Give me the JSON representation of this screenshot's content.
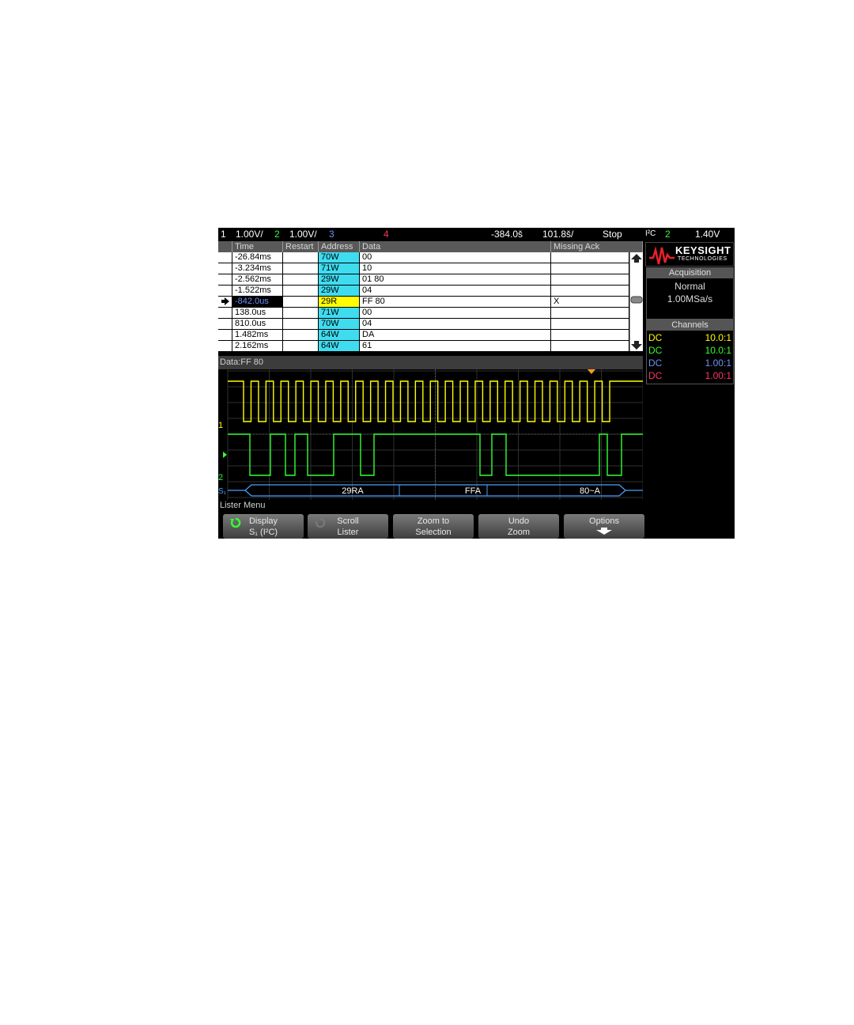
{
  "topbar": {
    "ch1_num": "1",
    "ch1_scale": "1.00V/",
    "ch2_num": "2",
    "ch2_scale": "1.00V/",
    "ch3_num": "3",
    "ch4_num": "4",
    "delay": "-384.0š",
    "timebase": "101.8š/",
    "run_state": "Stop",
    "trigger_type": "I²C",
    "trigger_source": "2",
    "trigger_level": "1.40V"
  },
  "lister": {
    "columns": [
      "Time",
      "Restart",
      "Address",
      "Data",
      "Missing Ack"
    ],
    "rows": [
      {
        "time": "-26.84ms",
        "restart": "",
        "address": "70W",
        "data": "00",
        "ack": ""
      },
      {
        "time": "-3.234ms",
        "restart": "",
        "address": "71W",
        "data": "10",
        "ack": ""
      },
      {
        "time": "-2.562ms",
        "restart": "",
        "address": "29W",
        "data": "01  80",
        "ack": ""
      },
      {
        "time": "-1.522ms",
        "restart": "",
        "address": "29W",
        "data": "04",
        "ack": ""
      },
      {
        "time": "-842.0us",
        "restart": "",
        "address": "29R",
        "data": "FF  80",
        "ack": "X"
      },
      {
        "time": "138.0us",
        "restart": "",
        "address": "71W",
        "data": "00",
        "ack": ""
      },
      {
        "time": "810.0us",
        "restart": "",
        "address": "70W",
        "data": "04",
        "ack": ""
      },
      {
        "time": "1.482ms",
        "restart": "",
        "address": "64W",
        "data": "DA",
        "ack": ""
      },
      {
        "time": "2.162ms",
        "restart": "",
        "address": "64W",
        "data": "61",
        "ack": ""
      }
    ],
    "selected_row": 4,
    "selected_data_line": "Data:FF  80"
  },
  "decode": {
    "segments": [
      "29RA",
      "FFA",
      "80~A"
    ]
  },
  "waveform": {
    "ch1_color": "#ffff00",
    "ch2_color": "#33ff33",
    "bus_color": "#4aa0ff",
    "ch1_label": "1",
    "ch2_label": "2",
    "bus_label": "S₁"
  },
  "menu": {
    "title": "Lister Menu",
    "softkeys": [
      {
        "line1": "Display",
        "line2": "S₁ (I²C)",
        "icon": "rotate-knob-icon"
      },
      {
        "line1": "Scroll",
        "line2": "Lister",
        "icon": "rotate-knob-icon"
      },
      {
        "line1": "Zoom to",
        "line2": "Selection"
      },
      {
        "line1": "Undo",
        "line2": "Zoom"
      },
      {
        "line1": "Options",
        "line2": "",
        "icon": "arrow-down-icon"
      }
    ]
  },
  "side_panel": {
    "brand": "KEYSIGHT",
    "brand_sub": "TECHNOLOGIES",
    "acquisition_title": "Acquisition",
    "acq_mode": "Normal",
    "acq_rate": "1.00MSa/s",
    "channels_title": "Channels",
    "channels": [
      {
        "coupling": "DC",
        "probe": "10.0:1",
        "color": "#ffff00"
      },
      {
        "coupling": "DC",
        "probe": "10.0:1",
        "color": "#33ff33"
      },
      {
        "coupling": "DC",
        "probe": "1.00:1",
        "color": "#6f8ff5"
      },
      {
        "coupling": "DC",
        "probe": "1.00:1",
        "color": "#ff3366"
      }
    ]
  }
}
